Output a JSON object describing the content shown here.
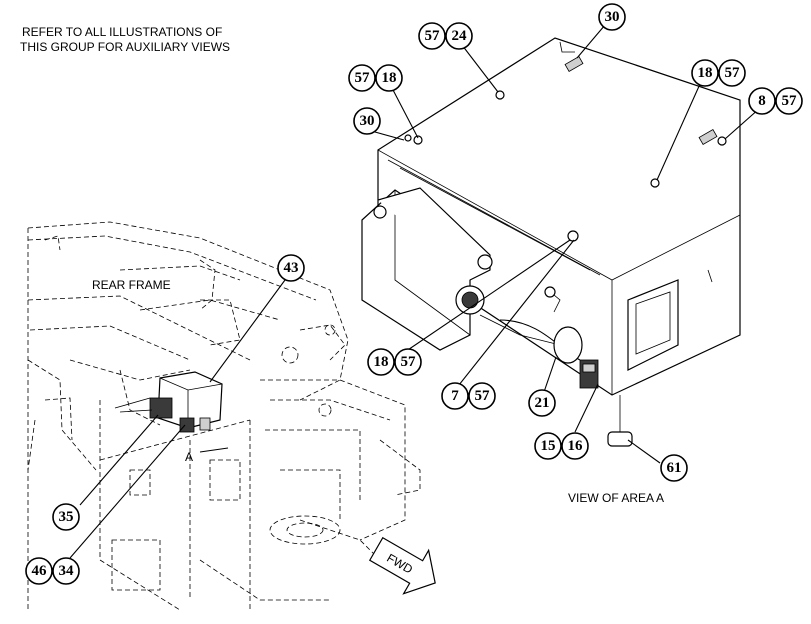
{
  "note": {
    "line1": "REFER TO ALL ILLUSTRATIONS OF",
    "line2": "THIS GROUP FOR AUXILIARY VIEWS"
  },
  "labels": {
    "rear_frame": "REAR FRAME",
    "area_marker": "A",
    "view_caption": "VIEW OF AREA A",
    "direction_arrow": "FWD"
  },
  "callouts": {
    "c57a": "57",
    "c24": "24",
    "c30a": "30",
    "c57b": "57",
    "c18a": "18",
    "c30b": "30",
    "c18b": "18",
    "c57c": "57",
    "c8": "8",
    "c57d": "57",
    "c43": "43",
    "c18c": "18",
    "c57e": "57",
    "c7": "7",
    "c57f": "57",
    "c21": "21",
    "c15": "15",
    "c16": "16",
    "c61": "61",
    "c35": "35",
    "c46": "46",
    "c34": "34"
  }
}
